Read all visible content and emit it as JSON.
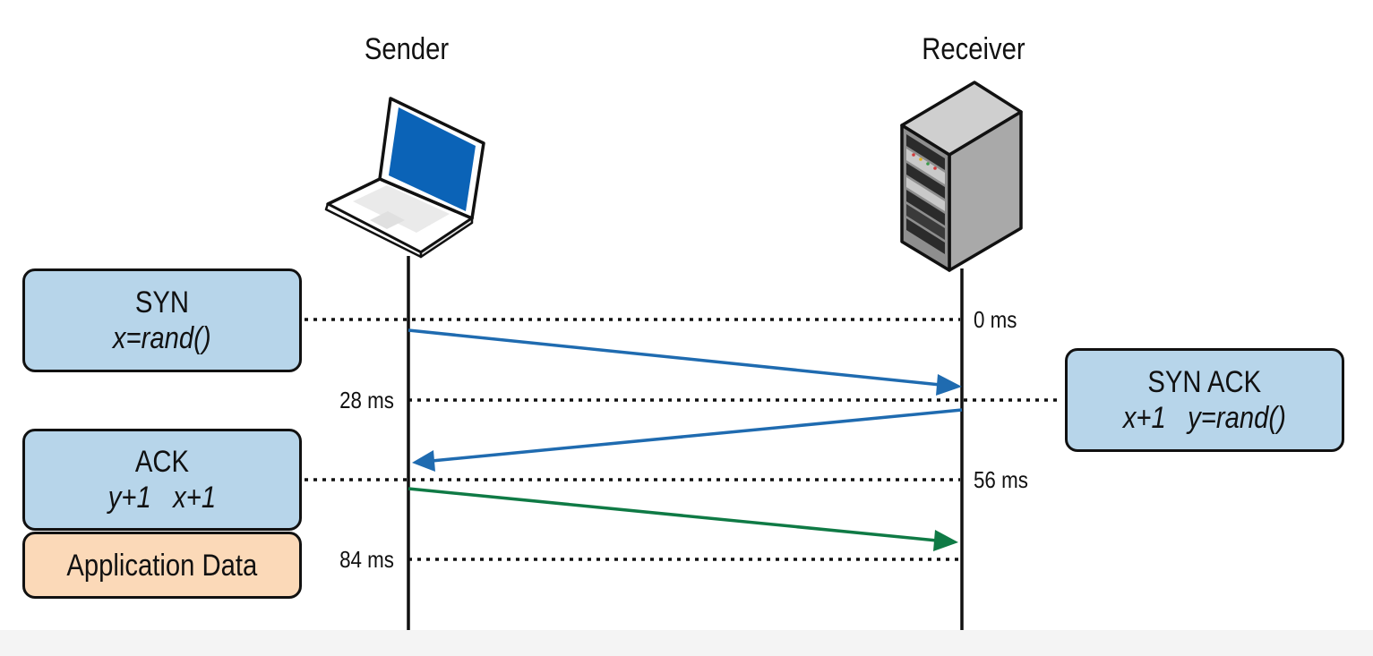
{
  "diagram": {
    "sender_label": "Sender",
    "receiver_label": "Receiver",
    "syn_box": {
      "line1": "SYN",
      "line2": "x=rand()"
    },
    "synack_box": {
      "line1": "SYN ACK",
      "line2": "x+1   y=rand()"
    },
    "ack_box": {
      "line1": "ACK",
      "line2": "y+1   x+1"
    },
    "appdata_box": {
      "label": "Application Data"
    },
    "times": {
      "t0": "0 ms",
      "t28": "28 ms",
      "t56": "56 ms",
      "t84": "84 ms"
    },
    "colors": {
      "box_blue": "#b7d5ea",
      "box_orange": "#fbd9b8",
      "arrow_blue": "#1f6bb0",
      "arrow_green": "#0f7a45",
      "laptop_screen": "#0b63b7"
    }
  }
}
